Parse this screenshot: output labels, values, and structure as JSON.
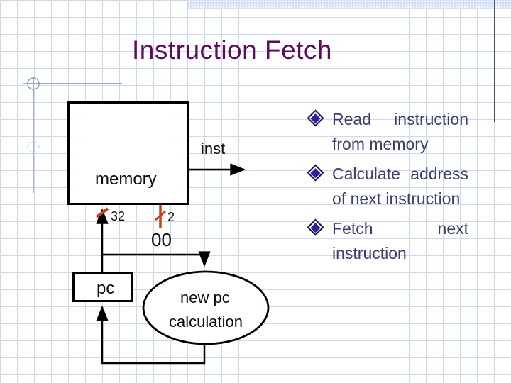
{
  "slide": {
    "title": "Instruction Fetch"
  },
  "diagram": {
    "memory_label": "memory",
    "inst_label": "inst",
    "bus_width_32": "32",
    "bus_width_2": "2",
    "hardwired_bits": "00",
    "pc_label": "pc",
    "newpc_line1": "new pc",
    "newpc_line2": "calculation"
  },
  "bullets": {
    "items": [
      {
        "text": "Read instruction from memory"
      },
      {
        "text": "Calculate address of next instruction"
      },
      {
        "text": "Fetch next instruction"
      }
    ]
  },
  "colors": {
    "title_text": "#5e0a60",
    "bullet_text": "#3e3e6e",
    "bullet_diamond": "#2d1f9e",
    "bus_slash_orange": "#cc3e14",
    "diagram_line": "#000000",
    "grid_line": "#cfdae9",
    "top_band": "#d9e1f5",
    "right_rule": "#44537a",
    "left_decoration": "#7e8cb8"
  }
}
